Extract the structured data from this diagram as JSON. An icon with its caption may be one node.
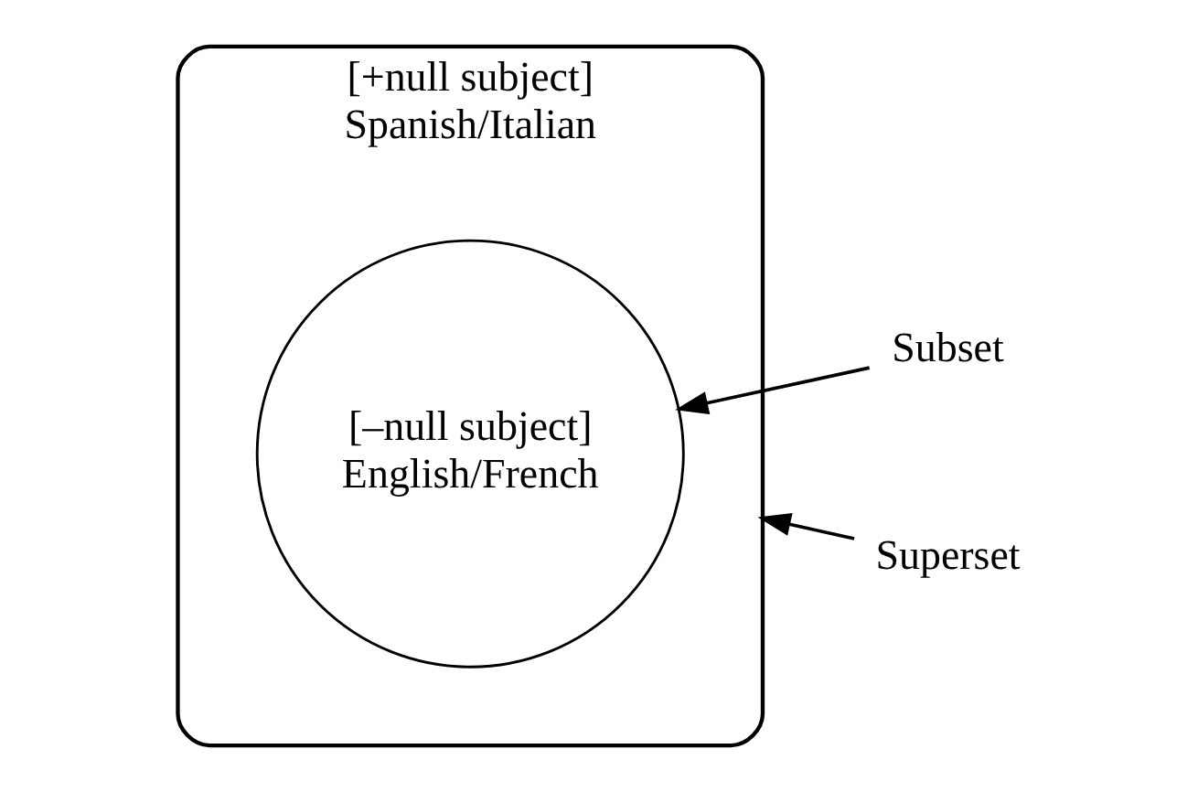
{
  "diagram": {
    "nodes": [
      {
        "text": [
          "[+null subject]",
          "Spanish/Italian"
        ]
      },
      {
        "text": [
          "[–null subject]",
          "English/French"
        ],
        "in": 0
      },
      {
        "text": [
          "Subset"
        ]
      },
      {
        "text": [
          "Superset"
        ]
      }
    ],
    "edges": [
      {
        "from": 2,
        "to": 1,
        "arrow": "to"
      },
      {
        "from": 3,
        "to": 0,
        "arrow": "to"
      }
    ]
  }
}
